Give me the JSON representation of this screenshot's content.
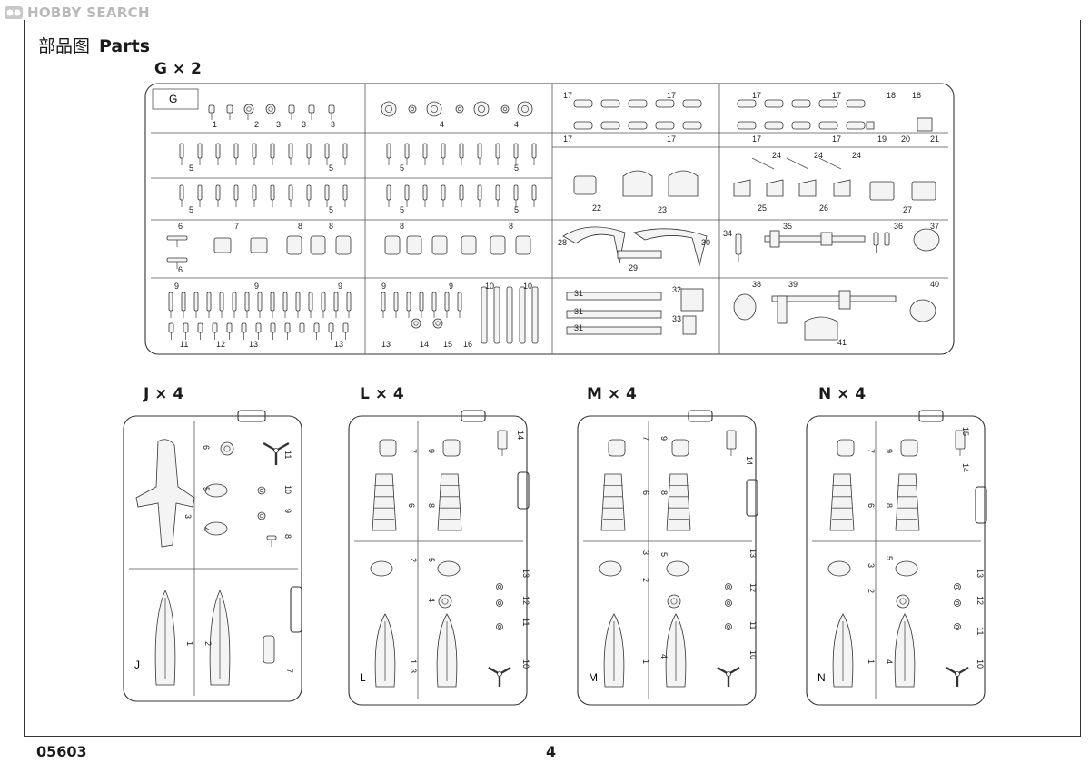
{
  "watermark": {
    "brand": "HOBBY SEARCH"
  },
  "title": {
    "chinese": "部品图",
    "english": "Parts"
  },
  "sprues": {
    "g": {
      "label": "G × 2",
      "tag": "G",
      "numbers": [
        "1",
        "2",
        "3",
        "3",
        "3",
        "4",
        "4",
        "5",
        "5",
        "5",
        "5",
        "5",
        "5",
        "5",
        "5",
        "6",
        "6",
        "7",
        "8",
        "8",
        "8",
        "8",
        "9",
        "9",
        "9",
        "9",
        "9",
        "10",
        "10",
        "11",
        "12",
        "13",
        "13",
        "13",
        "14",
        "15",
        "16",
        "17",
        "17",
        "17",
        "17",
        "17",
        "17",
        "17",
        "17",
        "18",
        "18",
        "19",
        "20",
        "21",
        "22",
        "23",
        "24",
        "24",
        "24",
        "25",
        "26",
        "27",
        "28",
        "29",
        "30",
        "31",
        "31",
        "31",
        "32",
        "33",
        "34",
        "35",
        "36",
        "37",
        "38",
        "39",
        "40",
        "41"
      ]
    },
    "j": {
      "label": "J × 4",
      "tag": "J",
      "numbers": [
        "1",
        "2",
        "3",
        "4",
        "5",
        "6",
        "7",
        "8",
        "9",
        "10",
        "11"
      ]
    },
    "l": {
      "label": "L × 4",
      "tag": "L",
      "numbers": [
        "1",
        "2",
        "3",
        "4",
        "5",
        "6",
        "7",
        "8",
        "9",
        "10",
        "11",
        "12",
        "13",
        "14"
      ]
    },
    "m": {
      "label": "M × 4",
      "tag": "M",
      "numbers": [
        "1",
        "2",
        "3",
        "4",
        "5",
        "6",
        "7",
        "8",
        "9",
        "10",
        "11",
        "12",
        "13",
        "14"
      ]
    },
    "n": {
      "label": "N × 4",
      "tag": "N",
      "numbers": [
        "1",
        "2",
        "3",
        "4",
        "5",
        "6",
        "7",
        "8",
        "9",
        "10",
        "11",
        "12",
        "13",
        "14",
        "15"
      ]
    }
  },
  "footer": {
    "code": "05603",
    "page": "4"
  }
}
